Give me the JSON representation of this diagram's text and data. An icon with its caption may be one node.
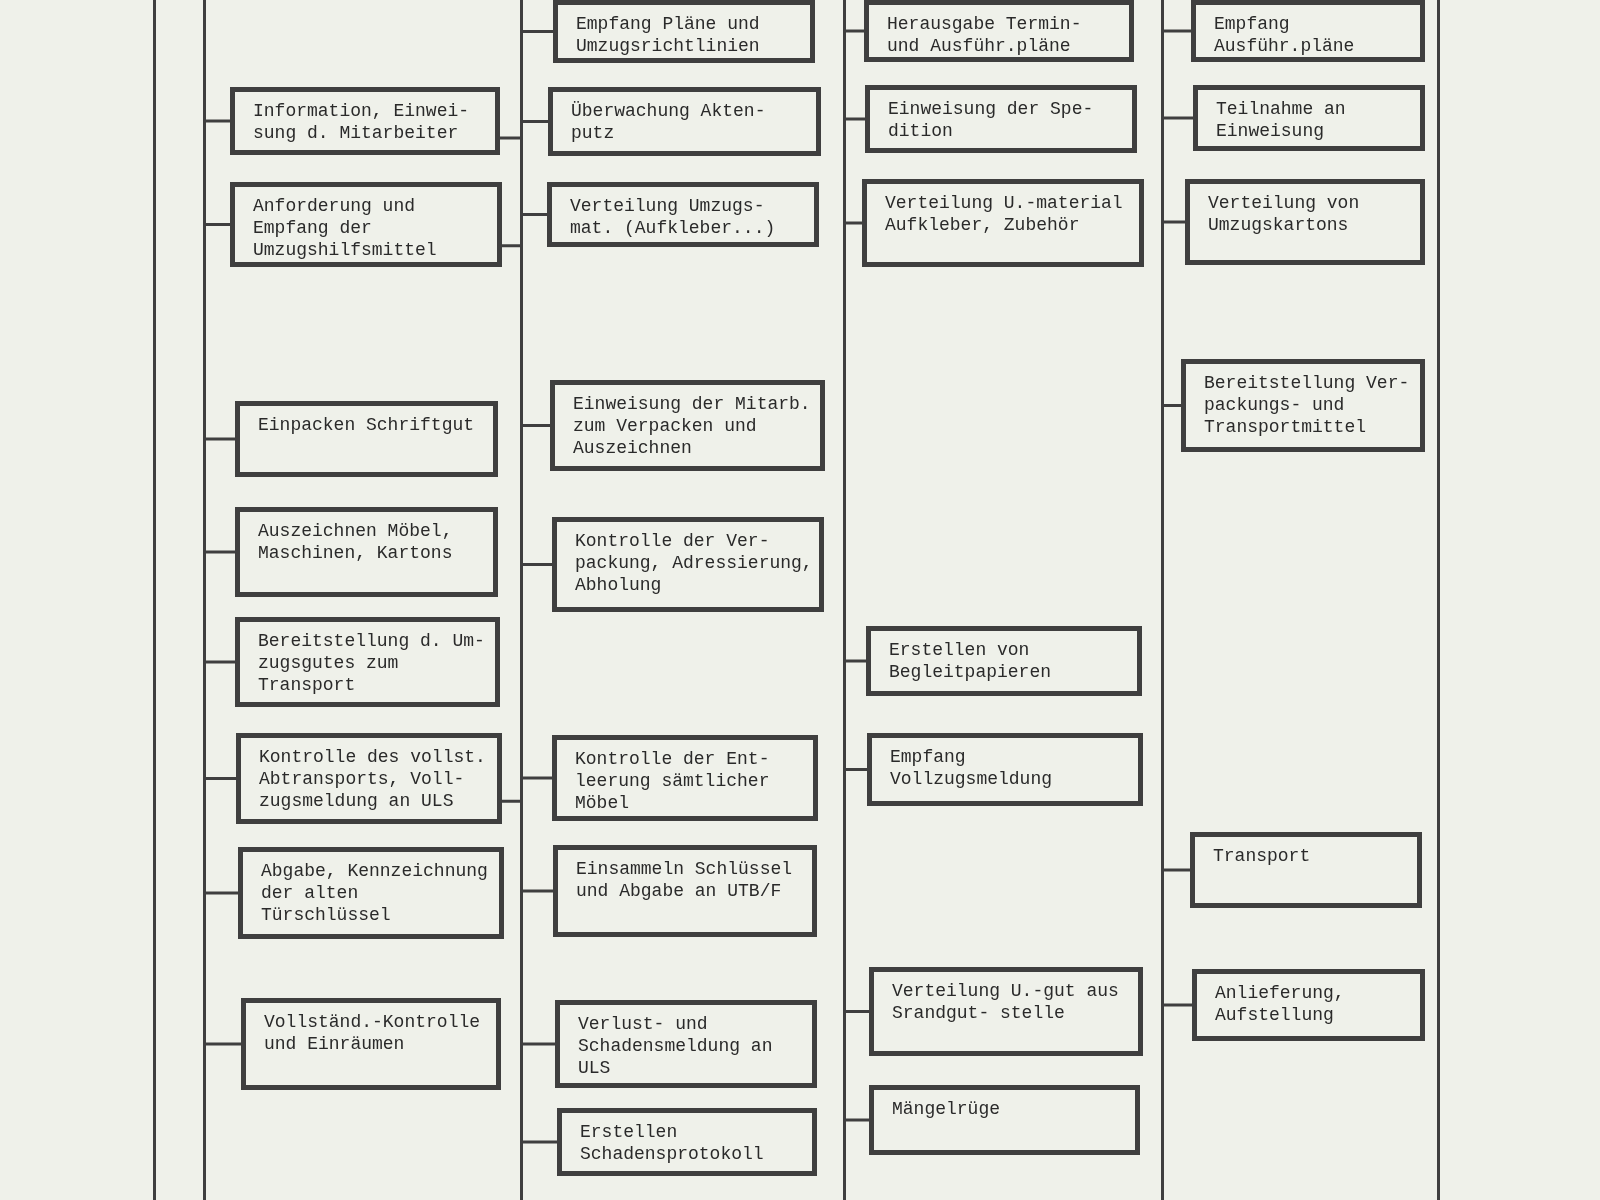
{
  "diagram": {
    "nodes": [
      {
        "text": [],
        "shape": "bar"
      },
      {
        "text": [
          "Information, Einwei- sung d. Mitarbeiter"
        ]
      },
      {
        "text": [
          "Anforderung und Empfang der Umzugshilfsmittel"
        ]
      },
      {
        "text": [
          "Einpacken Schriftgut"
        ]
      },
      {
        "text": [
          "Auszeichnen Möbel, Maschinen, Kartons"
        ]
      },
      {
        "text": [
          "Bereitstellung d. Um- zugsgutes zum Transport"
        ]
      },
      {
        "text": [
          "Kontrolle des vollst. Abtransports, Voll- zugsmeldung an ULS"
        ]
      },
      {
        "text": [
          "Abgabe, Kennzeichnung der alten Türschlüssel"
        ]
      },
      {
        "text": [
          "Vollständ.-Kontrolle und Einräumen"
        ]
      },
      {
        "text": [],
        "shape": "bar"
      },
      {
        "text": [
          "Empfang Pläne und Umzugsrichtlinien"
        ]
      },
      {
        "text": [
          "Überwachung Akten- putz"
        ]
      },
      {
        "text": [
          "Verteilung Umzugs- mat. (Aufkleber...)"
        ]
      },
      {
        "text": [
          "Einweisung der Mitarb. zum Verpacken und Auszeichnen"
        ]
      },
      {
        "text": [
          "Kontrolle der Ver- packung, Adressierung, Abholung"
        ]
      },
      {
        "text": [
          "Kontrolle der Ent- leerung sämtlicher Möbel"
        ]
      },
      {
        "text": [
          "Einsammeln Schlüssel und Abgabe an UTB/F"
        ]
      },
      {
        "text": [
          "Verlust- und Schadensmeldung an ULS"
        ]
      },
      {
        "text": [
          "Erstellen Schadensprotokoll"
        ]
      },
      {
        "text": [],
        "shape": "bar"
      },
      {
        "text": [
          "Herausgabe Termin- und Ausführ.pläne"
        ]
      },
      {
        "text": [
          "Einweisung der Spe- dition"
        ]
      },
      {
        "text": [
          "Verteilung U.-material Aufkleber, Zubehör"
        ]
      },
      {
        "text": [
          "Erstellen von Begleitpapieren"
        ]
      },
      {
        "text": [
          "Empfang Vollzugsmeldung"
        ]
      },
      {
        "text": [
          "Verteilung U.-gut aus Srandgut- stelle"
        ]
      },
      {
        "text": [
          "Mängelrüge"
        ]
      },
      {
        "text": [],
        "shape": "bar"
      },
      {
        "text": [
          "Empfang Ausführ.pläne"
        ]
      },
      {
        "text": [
          "Teilnahme an Einweisung"
        ]
      },
      {
        "text": [
          "Verteilung von Umzugskartons"
        ]
      },
      {
        "text": [
          "Bereitstellung Ver- packungs- und Transportmittel"
        ]
      },
      {
        "text": [
          "Transport"
        ]
      },
      {
        "text": [
          "Anlieferung, Aufstellung"
        ]
      }
    ],
    "edges": [
      {
        "from": 0,
        "to": 1,
        "arrow": "none"
      },
      {
        "from": 0,
        "to": 2,
        "arrow": "none"
      },
      {
        "from": 0,
        "to": 3,
        "arrow": "none"
      },
      {
        "from": 0,
        "to": 4,
        "arrow": "none"
      },
      {
        "from": 0,
        "to": 5,
        "arrow": "none"
      },
      {
        "from": 0,
        "to": 6,
        "arrow": "none"
      },
      {
        "from": 0,
        "to": 7,
        "arrow": "none"
      },
      {
        "from": 0,
        "to": 8,
        "arrow": "none"
      },
      {
        "from": 1,
        "to": 9,
        "arrow": "none"
      },
      {
        "from": 2,
        "to": 9,
        "arrow": "none"
      },
      {
        "from": 6,
        "to": 9,
        "arrow": "none"
      },
      {
        "from": 9,
        "to": 10,
        "arrow": "none"
      },
      {
        "from": 9,
        "to": 11,
        "arrow": "none"
      },
      {
        "from": 9,
        "to": 12,
        "arrow": "none"
      },
      {
        "from": 9,
        "to": 13,
        "arrow": "none"
      },
      {
        "from": 9,
        "to": 14,
        "arrow": "none"
      },
      {
        "from": 9,
        "to": 15,
        "arrow": "none"
      },
      {
        "from": 9,
        "to": 16,
        "arrow": "none"
      },
      {
        "from": 9,
        "to": 17,
        "arrow": "none"
      },
      {
        "from": 9,
        "to": 18,
        "arrow": "none"
      },
      {
        "from": 19,
        "to": 20,
        "arrow": "none"
      },
      {
        "from": 19,
        "to": 21,
        "arrow": "none"
      },
      {
        "from": 19,
        "to": 22,
        "arrow": "none"
      },
      {
        "from": 19,
        "to": 23,
        "arrow": "none"
      },
      {
        "from": 19,
        "to": 24,
        "arrow": "none"
      },
      {
        "from": 19,
        "to": 25,
        "arrow": "none"
      },
      {
        "from": 19,
        "to": 26,
        "arrow": "none"
      },
      {
        "from": 27,
        "to": 28,
        "arrow": "none"
      },
      {
        "from": 27,
        "to": 29,
        "arrow": "none"
      },
      {
        "from": 27,
        "to": 30,
        "arrow": "none"
      },
      {
        "from": 27,
        "to": 31,
        "arrow": "none"
      },
      {
        "from": 27,
        "to": 32,
        "arrow": "none"
      },
      {
        "from": 27,
        "to": 33,
        "arrow": "none"
      }
    ]
  }
}
